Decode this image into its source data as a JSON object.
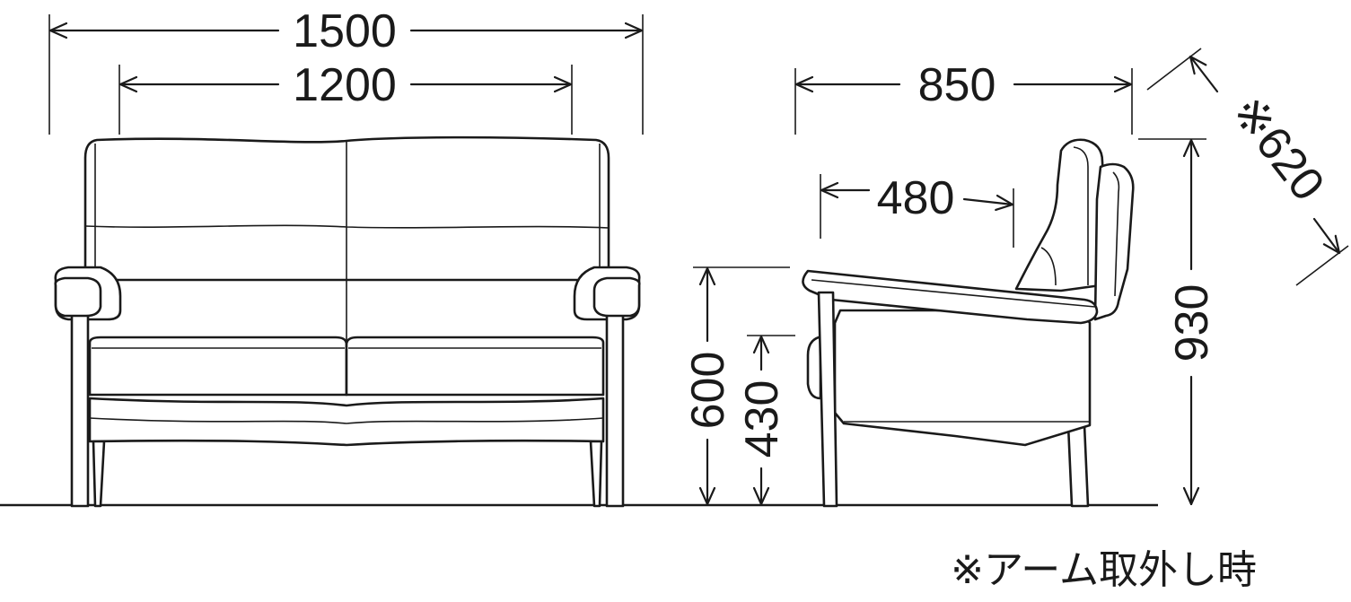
{
  "dimensions": {
    "front_overall_width": "1500",
    "front_seat_width": "1200",
    "side_overall_depth": "850",
    "side_seat_depth": "480",
    "seat_height": "430",
    "arm_height": "600",
    "overall_height": "930",
    "diagonal_depth": "※620"
  },
  "footnote": "※アーム取外し時",
  "colors": {
    "line": "#1a1a1a",
    "background": "#ffffff"
  }
}
